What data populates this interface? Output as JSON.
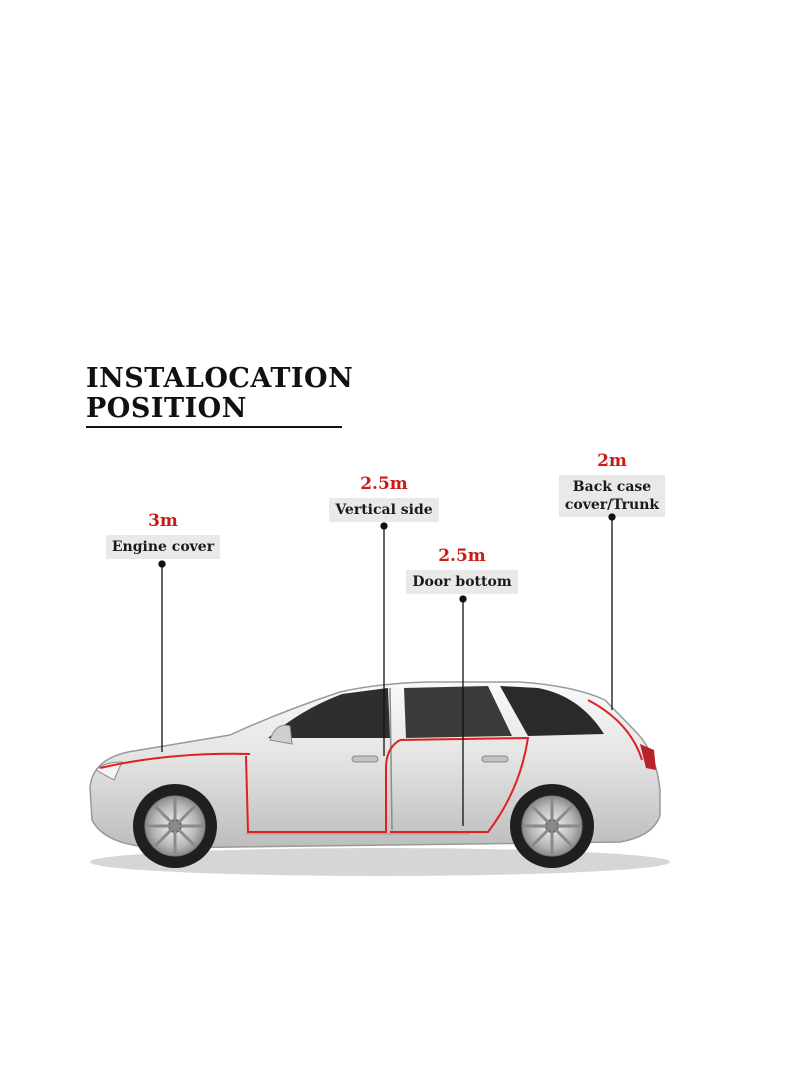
{
  "title": {
    "line1": "INSTALOCATION",
    "line2": "POSITION"
  },
  "callouts": [
    {
      "amount": "3m",
      "label": "Engine cover"
    },
    {
      "amount": "2.5m",
      "label": "Vertical side"
    },
    {
      "amount": "2.5m",
      "label": "Door bottom"
    },
    {
      "amount": "2m",
      "label_line1": "Back case",
      "label_line2": "cover/Trunk"
    }
  ],
  "colors": {
    "accent": "#cc1a1a",
    "label_bg": "#e9e9e9",
    "text": "#111111",
    "car_body": "#e6e6e6",
    "seal_line": "#e02020"
  }
}
